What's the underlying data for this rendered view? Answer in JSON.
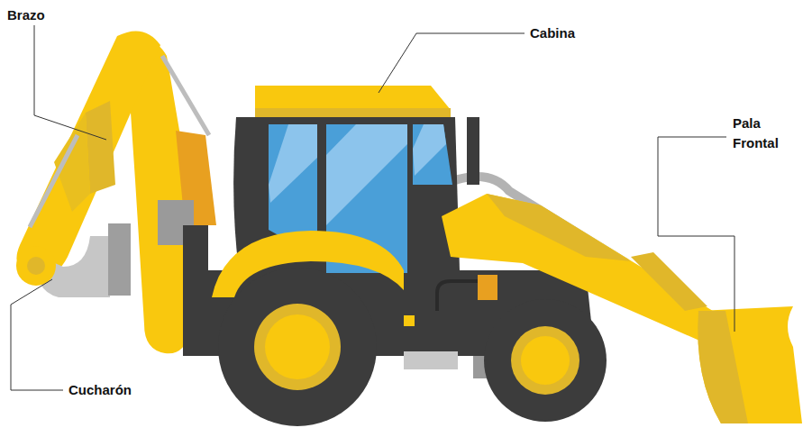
{
  "diagram": {
    "labels": [
      "Brazo",
      "Cabina",
      "Pala Frontal",
      "Cucharón"
    ]
  }
}
